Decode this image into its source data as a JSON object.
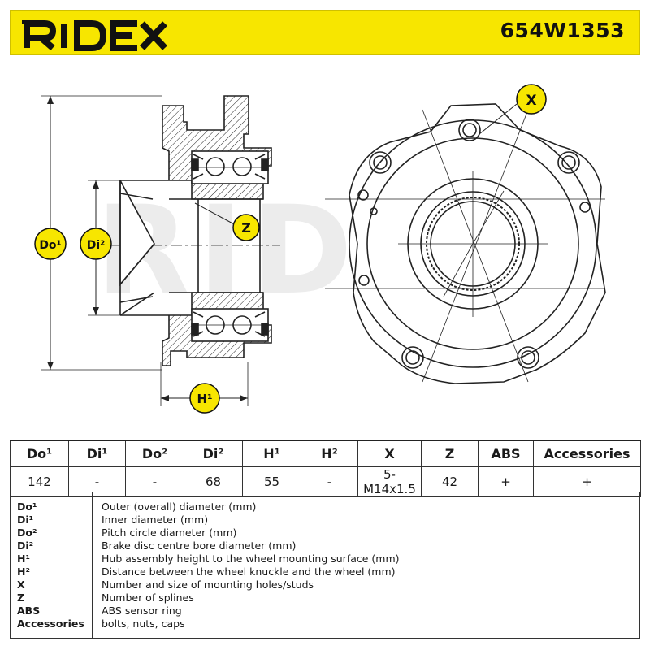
{
  "header": {
    "brand": "RIDEX",
    "part_number": "654W1353",
    "colors": {
      "brand_yellow": "#f7e600",
      "text": "#111111"
    }
  },
  "drawing": {
    "watermark": "RIDEX",
    "labels": {
      "do1": "Do¹",
      "di2": "Di²",
      "h1": "H¹",
      "z": "Z",
      "x": "X"
    }
  },
  "spec_table": {
    "headers": [
      "Do¹",
      "Di¹",
      "Do²",
      "Di²",
      "H¹",
      "H²",
      "X",
      "Z",
      "ABS",
      "Accessories"
    ],
    "values": [
      "142",
      "-",
      "-",
      "68",
      "55",
      "-",
      "5-M14x1.5",
      "42",
      "+",
      "+"
    ]
  },
  "legend": [
    {
      "code": "Do¹",
      "desc": "Outer (overall) diameter (mm)"
    },
    {
      "code": "Di¹",
      "desc": "Inner diameter (mm)"
    },
    {
      "code": "Do²",
      "desc": "Pitch circle diameter (mm)"
    },
    {
      "code": "Di²",
      "desc": "Brake disc centre bore diameter (mm)"
    },
    {
      "code": "H¹",
      "desc": "Hub assembly height to the wheel mounting surface (mm)"
    },
    {
      "code": "H²",
      "desc": "Distance between the wheel knuckle and the wheel (mm)"
    },
    {
      "code": "X",
      "desc": "Number and size of mounting holes/studs"
    },
    {
      "code": "Z",
      "desc": "Number of splines"
    },
    {
      "code": "ABS",
      "desc": "ABS sensor ring"
    },
    {
      "code": "Accessories",
      "desc": "bolts, nuts, caps"
    }
  ]
}
